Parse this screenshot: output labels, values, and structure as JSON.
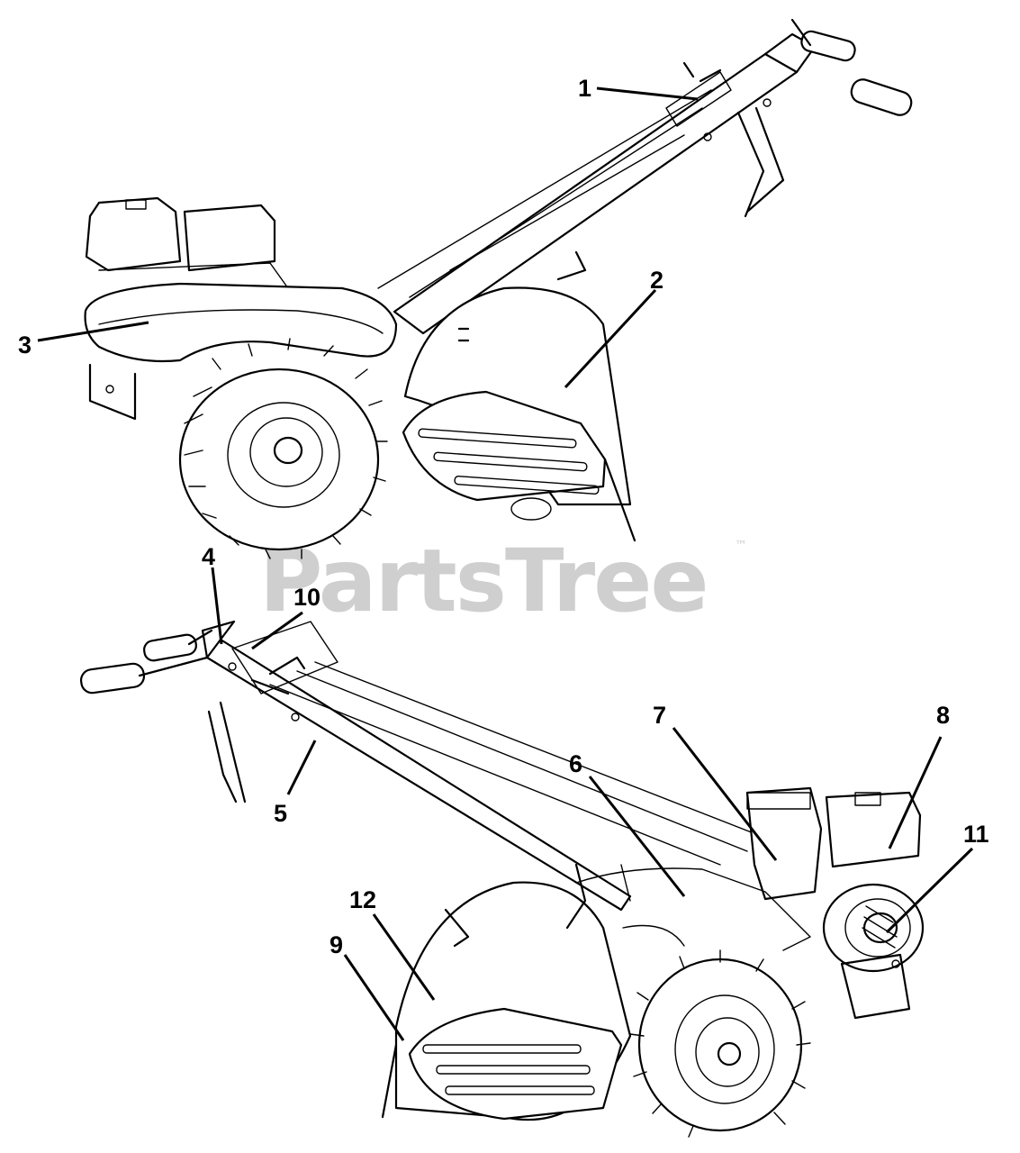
{
  "watermark": {
    "text": "PartsTree",
    "trademark": "™"
  },
  "callouts": [
    "1",
    "2",
    "3",
    "4",
    "5",
    "6",
    "7",
    "8",
    "9",
    "10",
    "11",
    "12"
  ]
}
